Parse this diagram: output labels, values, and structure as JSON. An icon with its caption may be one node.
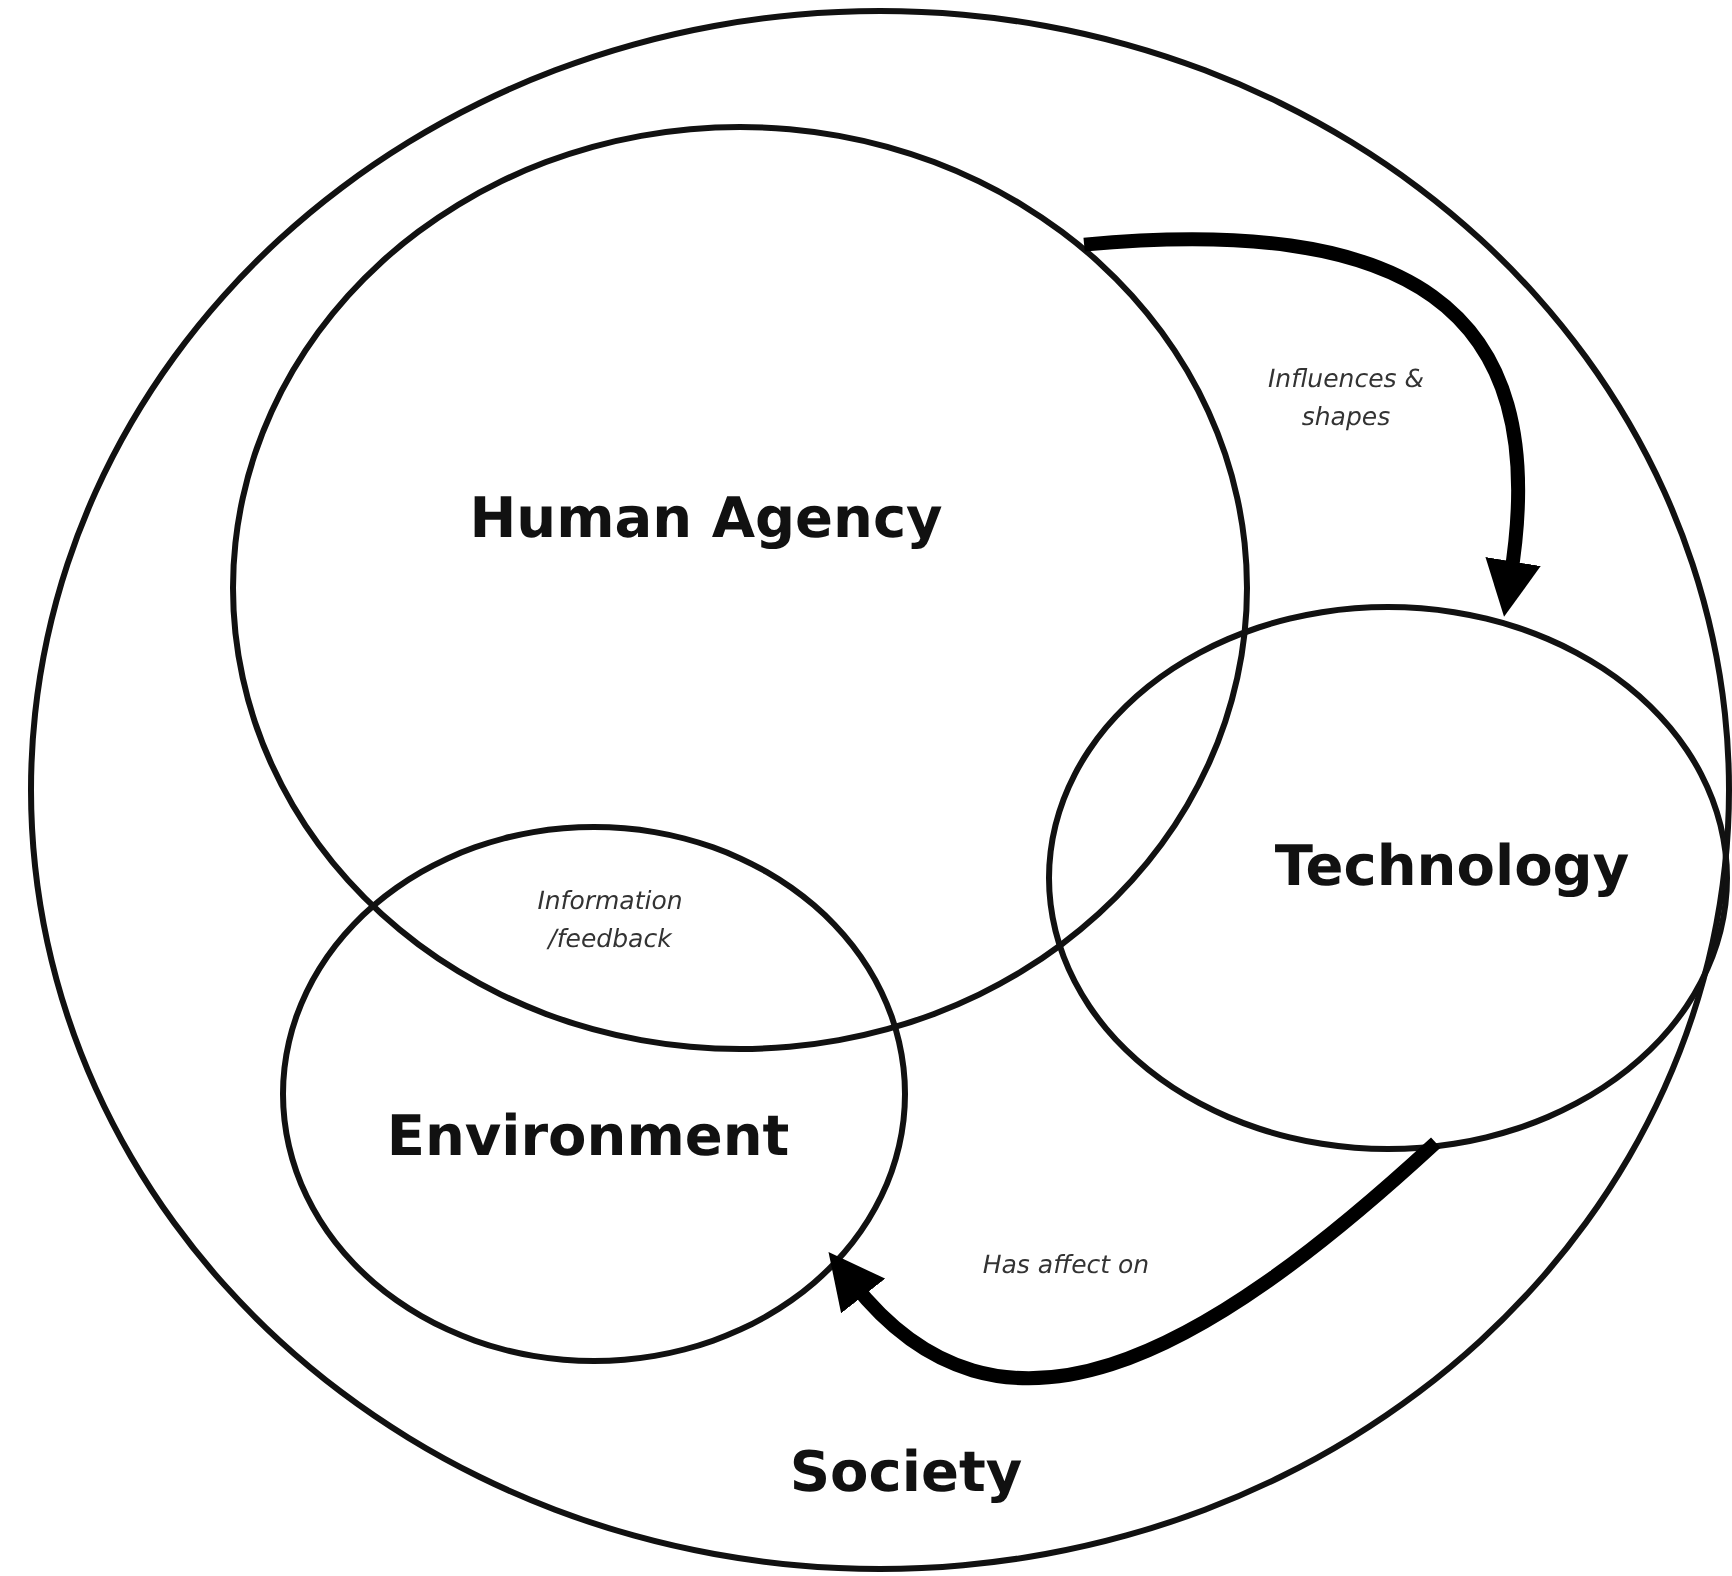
{
  "diagram": {
    "nodes": [
      {
        "text": [
          "Society"
        ]
      },
      {
        "text": [
          "Human Agency"
        ],
        "in": 0
      },
      {
        "text": [
          "Technology"
        ],
        "in": 0
      },
      {
        "text": [
          "Environment"
        ],
        "in": 0
      }
    ],
    "edges": [
      {
        "from": 1,
        "to": 2,
        "arrow": "to",
        "label": "Influences & shapes"
      },
      {
        "from": 2,
        "to": 3,
        "arrow": "to",
        "label": "Has affect on"
      }
    ],
    "labels": [
      "Information /feedback"
    ]
  }
}
